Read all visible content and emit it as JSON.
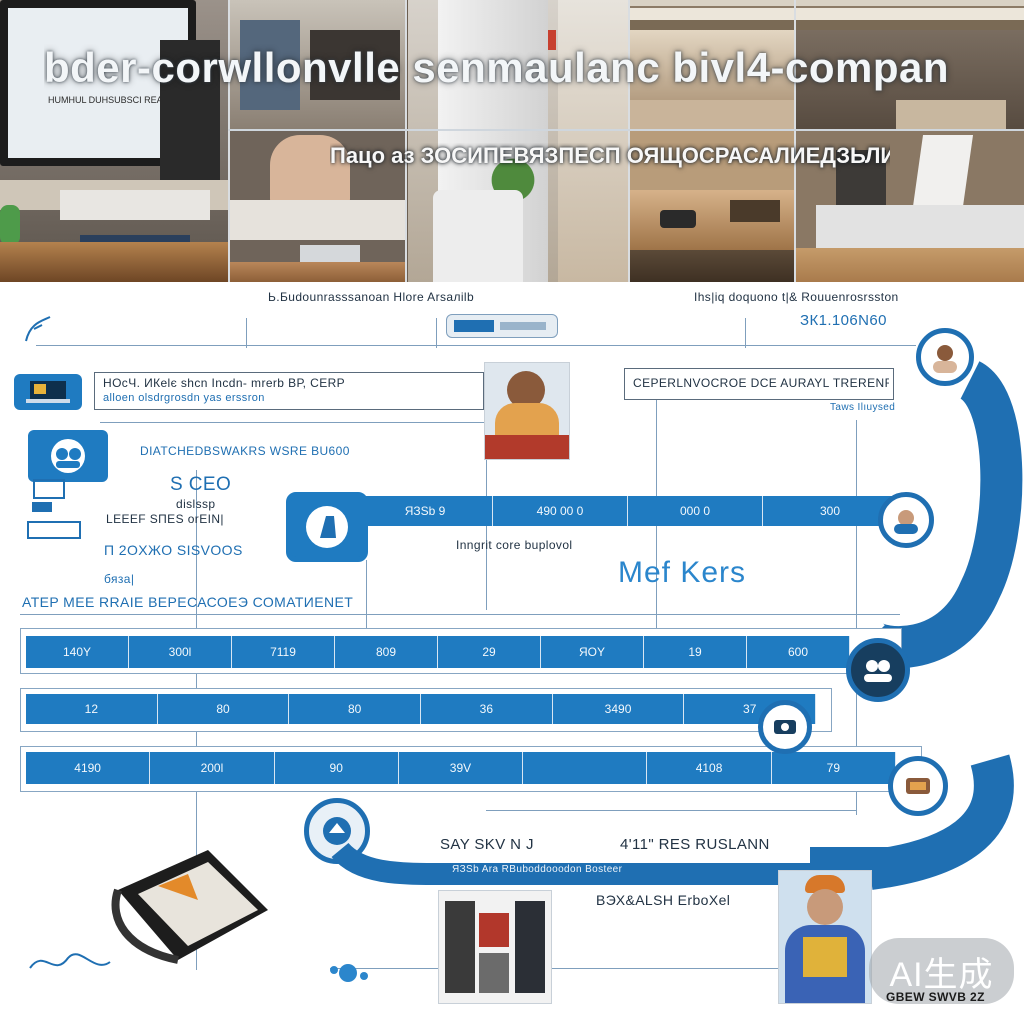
{
  "header": {
    "title": "bder-corwllonvlle senmaulanc bivl4-compan",
    "subtitle": "Пацо аз ЗОСИПЕВЯЗПЕСП ОЯЩОСРАСАЛИЕДЗЬЛИ",
    "monitor_caption": "HUMHUL DUHSUBSCI REALBORE"
  },
  "top_labels": {
    "left": "Ь.Бudounrasssanoan Нlore Arsaлilb",
    "right": "Ihs|iq doquono t|& Rouuenrosrsston",
    "code": "ЗК1.106N60"
  },
  "left_panel": {
    "box_line1": "НОсЧ.   ИКelє shcn Incdn- mrerb ВР, CERP",
    "box_line2": "alloen olsdrgrosdn yas erssron",
    "heading": "DIATCHEDBSWAKRS WSRE BU600",
    "ceo": "S CEO",
    "note_a": "dislssp",
    "note_b": "LEEEF SПES orEIN|",
    "note_c": "П 2ОXЖO SISVOOS",
    "note_d": "бяза|",
    "ate": "ATEP МЕЕ RRAIE ВЕРЕСАСОЕЭ СОМАТИЕNET"
  },
  "right_panel": {
    "box": "CEPERLNVOCROE DCE AURAYL TRERENFU",
    "small": "Taws Ilıuysed",
    "mid_caption": "Inngrit core buplovol",
    "big": "Mef Kers"
  },
  "bar1": [
    "ЯЗSb 9",
    "490  00  0",
    "000  0",
    "300"
  ],
  "bar2": [
    "140Y",
    "300l",
    "7119",
    "809",
    "29",
    "ЯОY",
    "19",
    "600"
  ],
  "bar3": [
    "12",
    "80",
    "80",
    "36",
    "3490",
    "37"
  ],
  "bar4": [
    "4190",
    "200l",
    "90",
    "39V",
    "",
    "4108",
    "79"
  ],
  "bottom": {
    "say": "SAY SKV N J",
    "res": "4'11\" RES RUSLANN",
    "small": "ЯЗSb Ara  RBuboddooodon  Bosteer",
    "caption": "ВЭХ&ALSH ErboXel",
    "badge": "GBEW SWVB 2Z",
    "watermark": "AI生成"
  },
  "colors": {
    "accent": "#1f7bc1",
    "line": "#7f9fbd"
  }
}
